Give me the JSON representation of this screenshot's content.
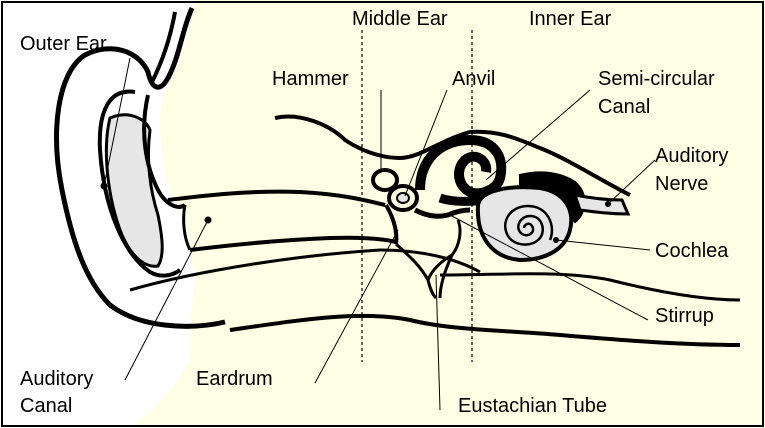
{
  "labels": {
    "outer_ear": "Outer Ear",
    "middle_ear": "Middle Ear",
    "inner_ear": "Inner Ear",
    "hammer": "Hammer",
    "anvil": "Anvil",
    "semicircular_canal_line1": "Semi-circular",
    "semicircular_canal_line2": "Canal",
    "auditory_nerve_line1": "Auditory",
    "auditory_nerve_line2": "Nerve",
    "cochlea": "Cochlea",
    "stirrup": "Stirrup",
    "eardrum": "Eardrum",
    "eustachian_tube": "Eustachian Tube",
    "auditory_canal_line1": "Auditory",
    "auditory_canal_line2": "Canal"
  },
  "colors": {
    "background": "#FFFFE6",
    "outside": "#FFFFFF",
    "gray_fill": "#E6E6E6",
    "dark": "#000000"
  }
}
